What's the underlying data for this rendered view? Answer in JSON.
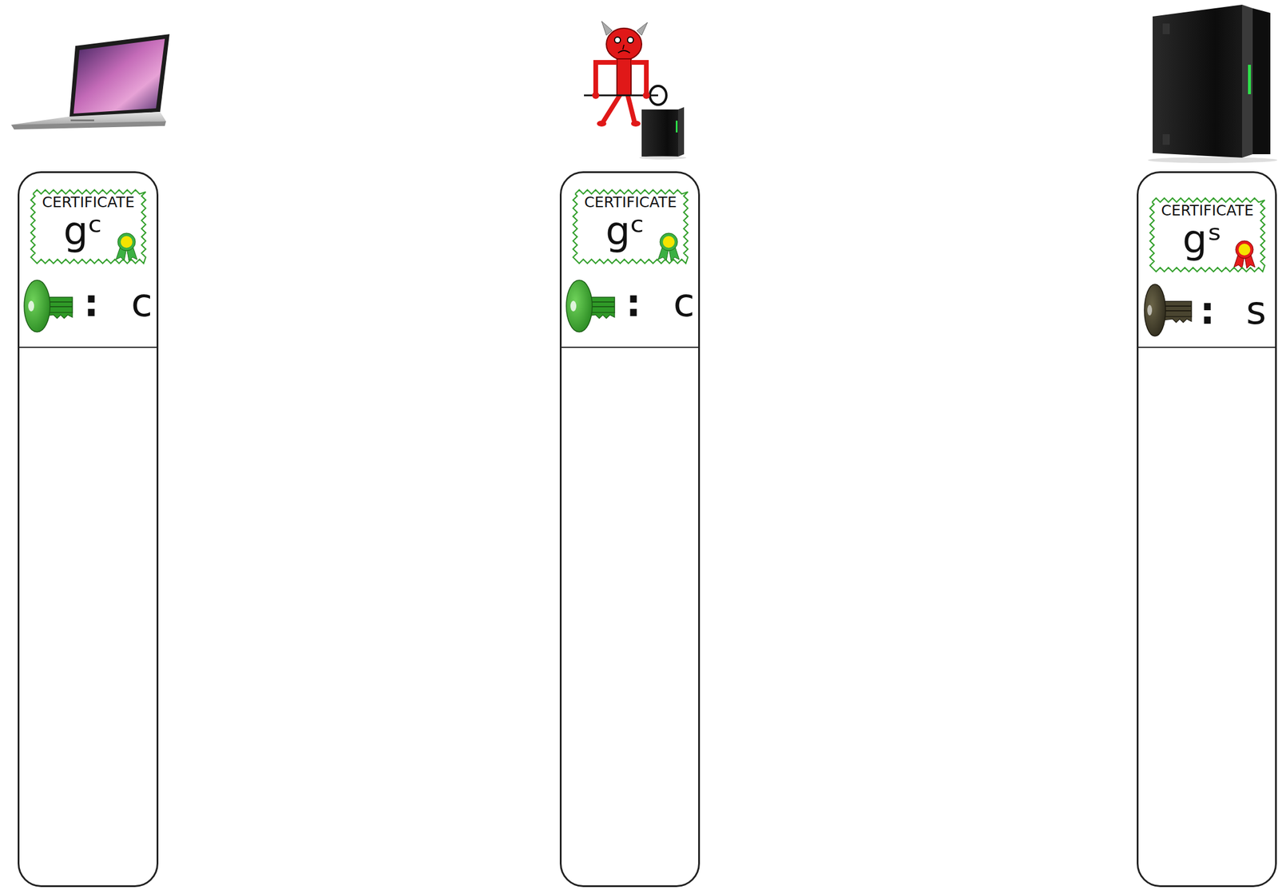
{
  "diagram": {
    "nodes": [
      {
        "text": [
          ":",
          "c"
        ]
      },
      {
        "text": [
          "CERTIFICATE",
          "gᶜ"
        ],
        "in": 0
      },
      {
        "text": [
          ":",
          "c"
        ]
      },
      {
        "text": [
          "CERTIFICATE",
          "gᶜ"
        ],
        "in": 2
      },
      {
        "text": [
          ":",
          "s"
        ]
      },
      {
        "text": [
          "CERTIFICATE",
          "gˢ"
        ],
        "in": 4
      }
    ]
  }
}
